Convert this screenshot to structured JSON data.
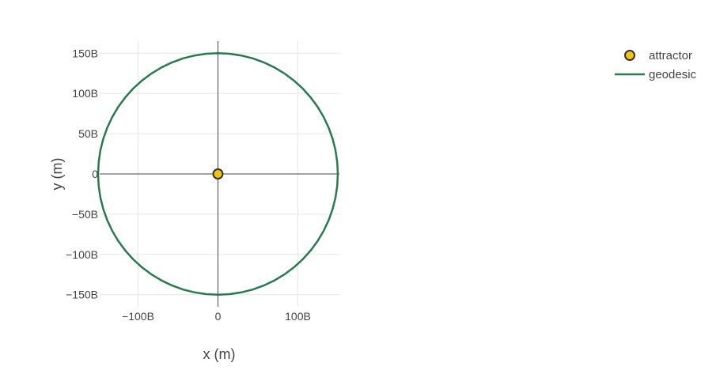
{
  "chart_data": {
    "type": "scatter",
    "title": "",
    "xlabel": "x (m)",
    "ylabel": "y (m)",
    "xlim": [
      -148000000000,
      152000000000
    ],
    "ylim": [
      -165000000000,
      165000000000
    ],
    "x_ticks": [
      {
        "value": -100000000000,
        "label": "−100B"
      },
      {
        "value": 0,
        "label": "0"
      },
      {
        "value": 100000000000,
        "label": "100B"
      }
    ],
    "y_ticks": [
      {
        "value": 150000000000,
        "label": "150B"
      },
      {
        "value": 100000000000,
        "label": "100B"
      },
      {
        "value": 50000000000,
        "label": "50B"
      },
      {
        "value": 0,
        "label": "0"
      },
      {
        "value": -50000000000,
        "label": "−50B"
      },
      {
        "value": -100000000000,
        "label": "−100B"
      },
      {
        "value": -150000000000,
        "label": "−150B"
      }
    ],
    "grid": true,
    "zero_lines": true,
    "legend_position": "top-right",
    "series": [
      {
        "name": "attractor",
        "mode": "markers",
        "color": "#f2c40f",
        "edge_color": "#333333",
        "x": [
          0
        ],
        "y": [
          0
        ]
      },
      {
        "name": "geodesic",
        "mode": "lines",
        "color": "#2a7a4f",
        "shape": "circle",
        "center": [
          0,
          0
        ],
        "radius": 150000000000,
        "point_count": 64
      }
    ]
  }
}
